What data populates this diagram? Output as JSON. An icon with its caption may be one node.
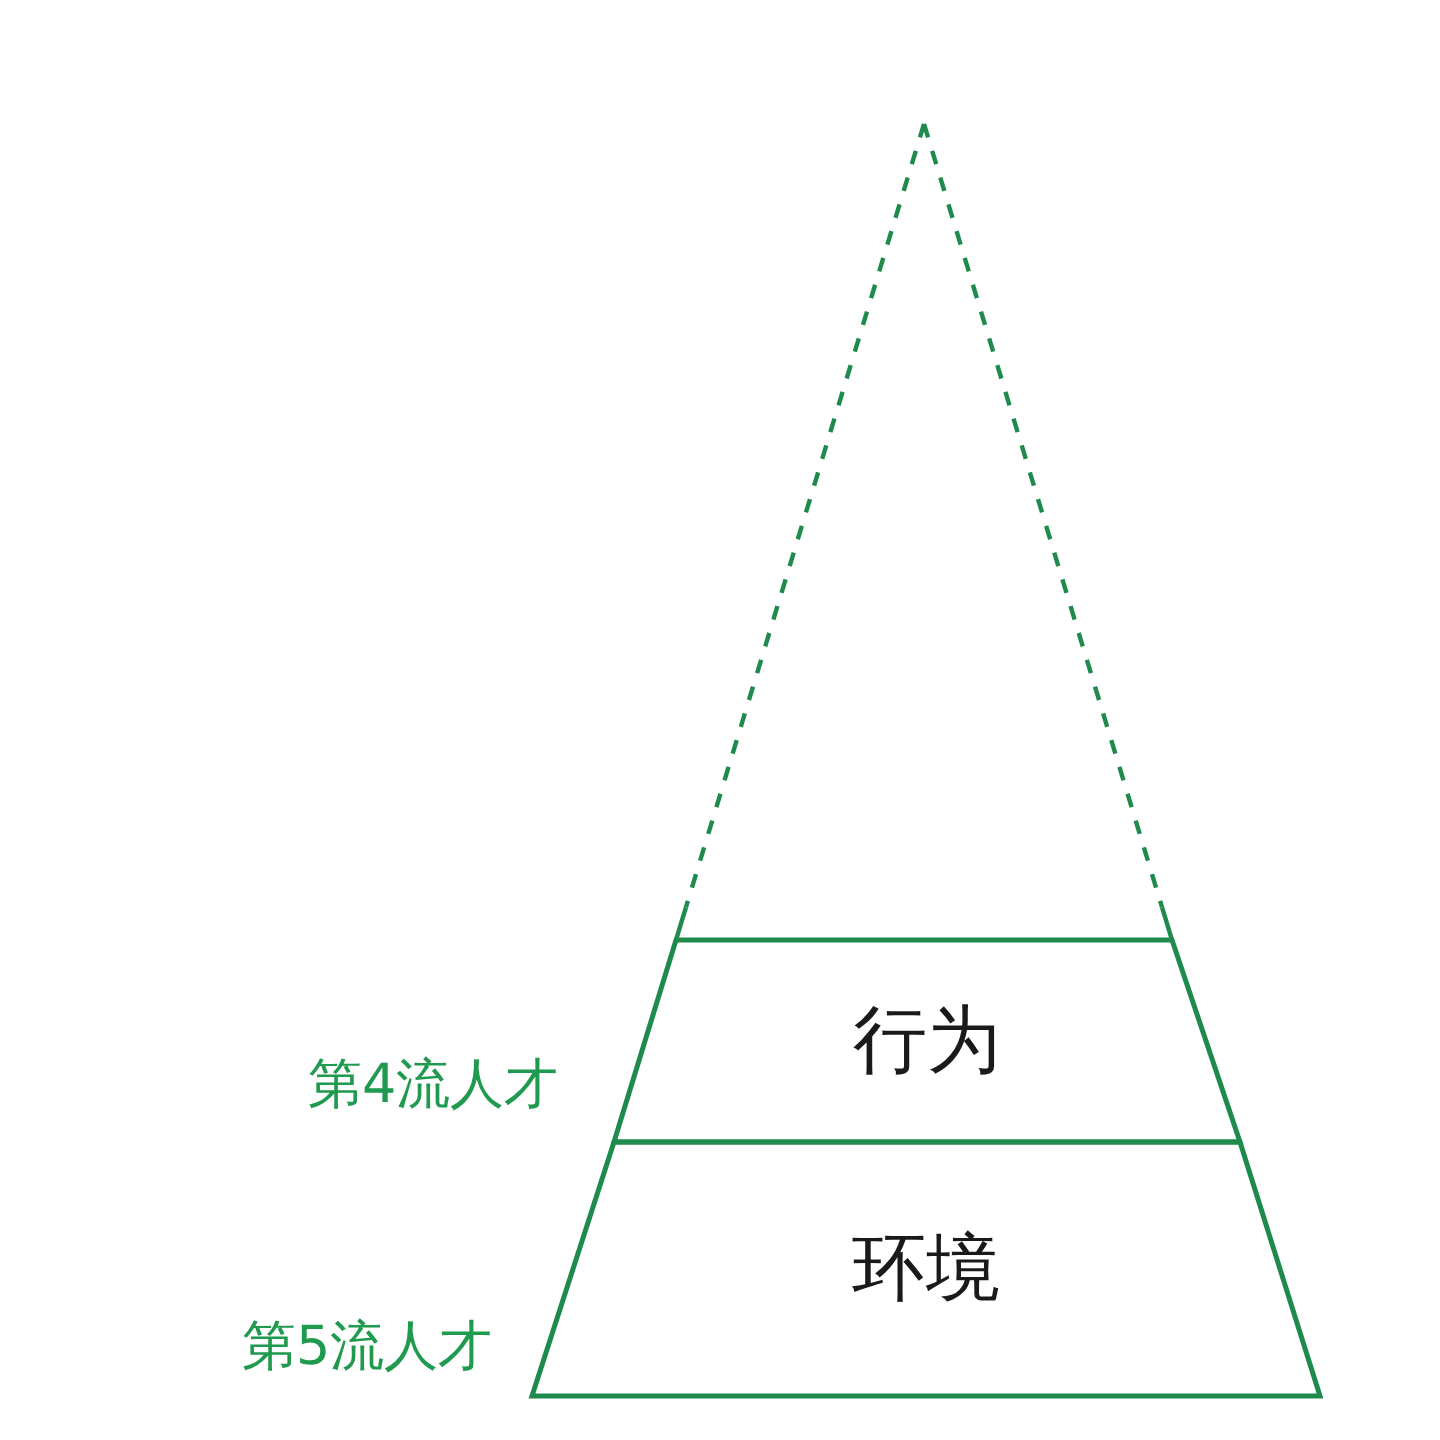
{
  "diagram": {
    "nodes": [
      {
        "text": [],
        "shape": "triangle"
      },
      {
        "text": [
          "行为"
        ]
      },
      {
        "text": [
          "环境"
        ]
      }
    ],
    "labels": [
      "第4流人才",
      "第5流人才"
    ]
  }
}
